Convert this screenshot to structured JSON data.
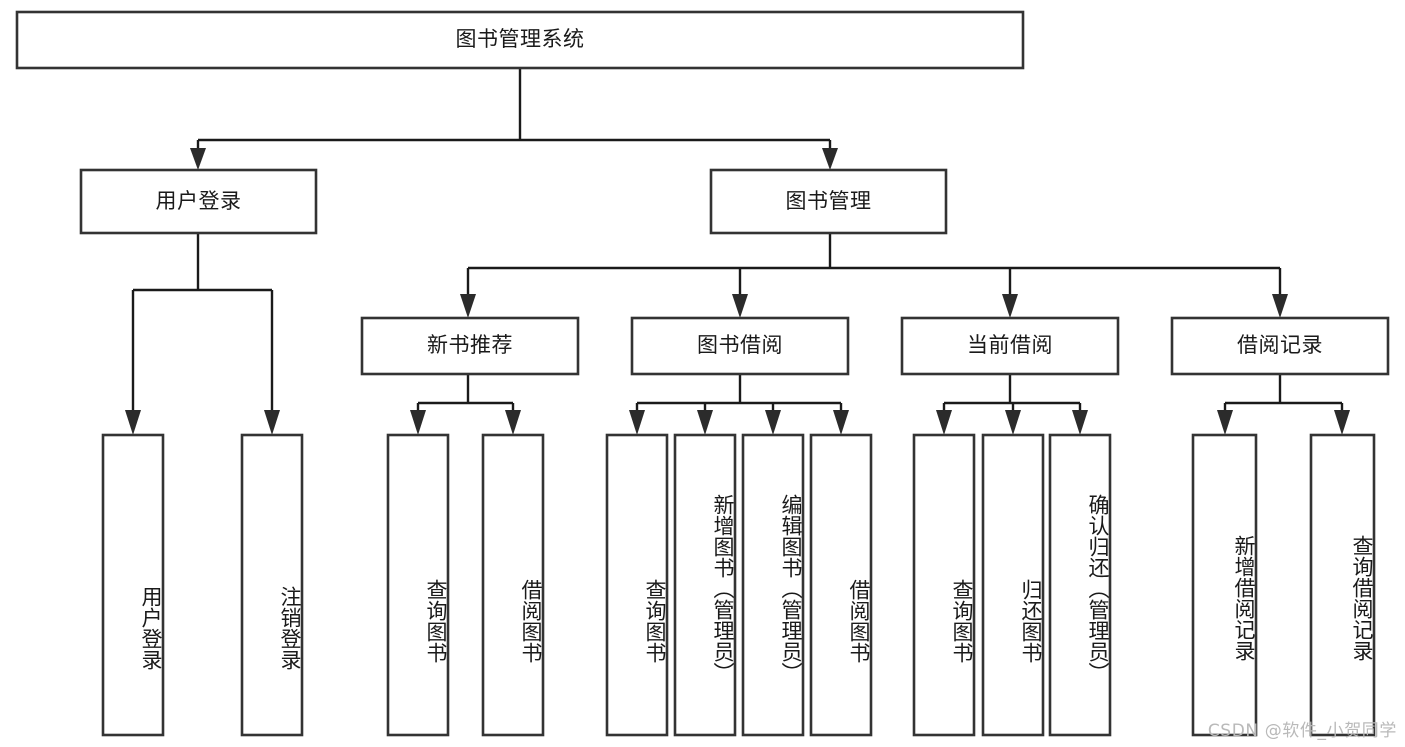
{
  "diagram": {
    "type": "tree-hierarchy",
    "title": "图书管理系统",
    "watermark": "CSDN @软件_小贺同学",
    "colors": {
      "box_fill": "#ffffff",
      "box_stroke": "#333333",
      "connector": "#1a1a1a",
      "text": "#1a1a1a",
      "watermark": "#b9b9b9",
      "background": "#ffffff"
    },
    "levels": {
      "root": {
        "label": "图书管理系统"
      },
      "level2": [
        {
          "id": "user-login",
          "label": "用户登录"
        },
        {
          "id": "book-management",
          "label": "图书管理"
        }
      ],
      "level3": [
        {
          "id": "new-book-recommend",
          "label": "新书推荐",
          "parent": "book-management"
        },
        {
          "id": "book-borrow",
          "label": "图书借阅",
          "parent": "book-management"
        },
        {
          "id": "current-borrow",
          "label": "当前借阅",
          "parent": "book-management"
        },
        {
          "id": "borrow-record",
          "label": "借阅记录",
          "parent": "book-management"
        }
      ],
      "leaves": [
        {
          "id": "leaf-user-login",
          "label": "用户登录",
          "parent": "user-login"
        },
        {
          "id": "leaf-logout",
          "label": "注销登录",
          "parent": "user-login"
        },
        {
          "id": "leaf-query-book-1",
          "label": "查询图书",
          "parent": "new-book-recommend"
        },
        {
          "id": "leaf-borrow-book-1",
          "label": "借阅图书",
          "parent": "new-book-recommend"
        },
        {
          "id": "leaf-query-book-2",
          "label": "查询图书",
          "parent": "book-borrow"
        },
        {
          "id": "leaf-add-book",
          "label": "新增图书（管理员）",
          "parent": "book-borrow"
        },
        {
          "id": "leaf-edit-book",
          "label": "编辑图书（管理员）",
          "parent": "book-borrow"
        },
        {
          "id": "leaf-borrow-book-2",
          "label": "借阅图书",
          "parent": "book-borrow"
        },
        {
          "id": "leaf-query-book-3",
          "label": "查询图书",
          "parent": "current-borrow"
        },
        {
          "id": "leaf-return-book",
          "label": "归还图书",
          "parent": "current-borrow"
        },
        {
          "id": "leaf-confirm-return",
          "label": "确认归还（管理员）",
          "parent": "current-borrow"
        },
        {
          "id": "leaf-add-record",
          "label": "新增借阅记录",
          "parent": "borrow-record"
        },
        {
          "id": "leaf-query-record",
          "label": "查询借阅记录",
          "parent": "borrow-record"
        }
      ]
    }
  }
}
